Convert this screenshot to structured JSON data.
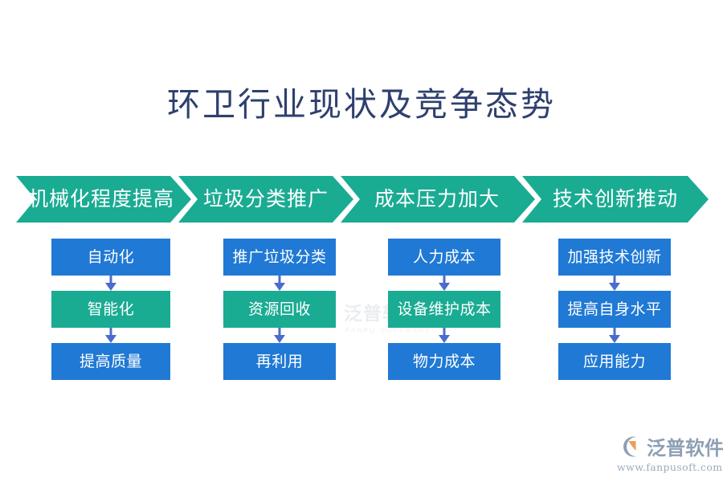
{
  "page": {
    "title": "环卫行业现状及竞争态势",
    "background_color": "#ffffff",
    "title_color": "#2e406e"
  },
  "colors": {
    "teal": "#1aab93",
    "blue": "#2079d4",
    "arrow": "#4a6ccc",
    "logo_blue_gray": "#8d9fb4",
    "logo_orange": "#e8a15a"
  },
  "stages": [
    {
      "label": "机械化程度提高"
    },
    {
      "label": "垃圾分类推广"
    },
    {
      "label": "成本压力加大"
    },
    {
      "label": "技术创新推动"
    }
  ],
  "columns": [
    {
      "stage": "机械化程度提高",
      "nodes": [
        {
          "label": "自动化",
          "color": "#2079d4"
        },
        {
          "label": "智能化",
          "color": "#1aab93"
        },
        {
          "label": "提高质量",
          "color": "#2079d4"
        }
      ]
    },
    {
      "stage": "垃圾分类推广",
      "nodes": [
        {
          "label": "推广垃圾分类",
          "color": "#2079d4"
        },
        {
          "label": "资源回收",
          "color": "#1aab93"
        },
        {
          "label": "再利用",
          "color": "#2079d4"
        }
      ]
    },
    {
      "stage": "成本压力加大",
      "nodes": [
        {
          "label": "人力成本",
          "color": "#2079d4"
        },
        {
          "label": "设备维护成本",
          "color": "#1aab93"
        },
        {
          "label": "物力成本",
          "color": "#2079d4"
        }
      ]
    },
    {
      "stage": "技术创新推动",
      "nodes": [
        {
          "label": "加强技术创新",
          "color": "#2079d4"
        },
        {
          "label": "提高自身水平",
          "color": "#2079d4"
        },
        {
          "label": "应用能力",
          "color": "#2079d4"
        }
      ]
    }
  ],
  "watermark": {
    "brand": "泛普软件",
    "subtitle": "FANPU SOFTWARE"
  },
  "logo": {
    "brand": "泛普软件",
    "url": "www.fanpusoft.com"
  }
}
